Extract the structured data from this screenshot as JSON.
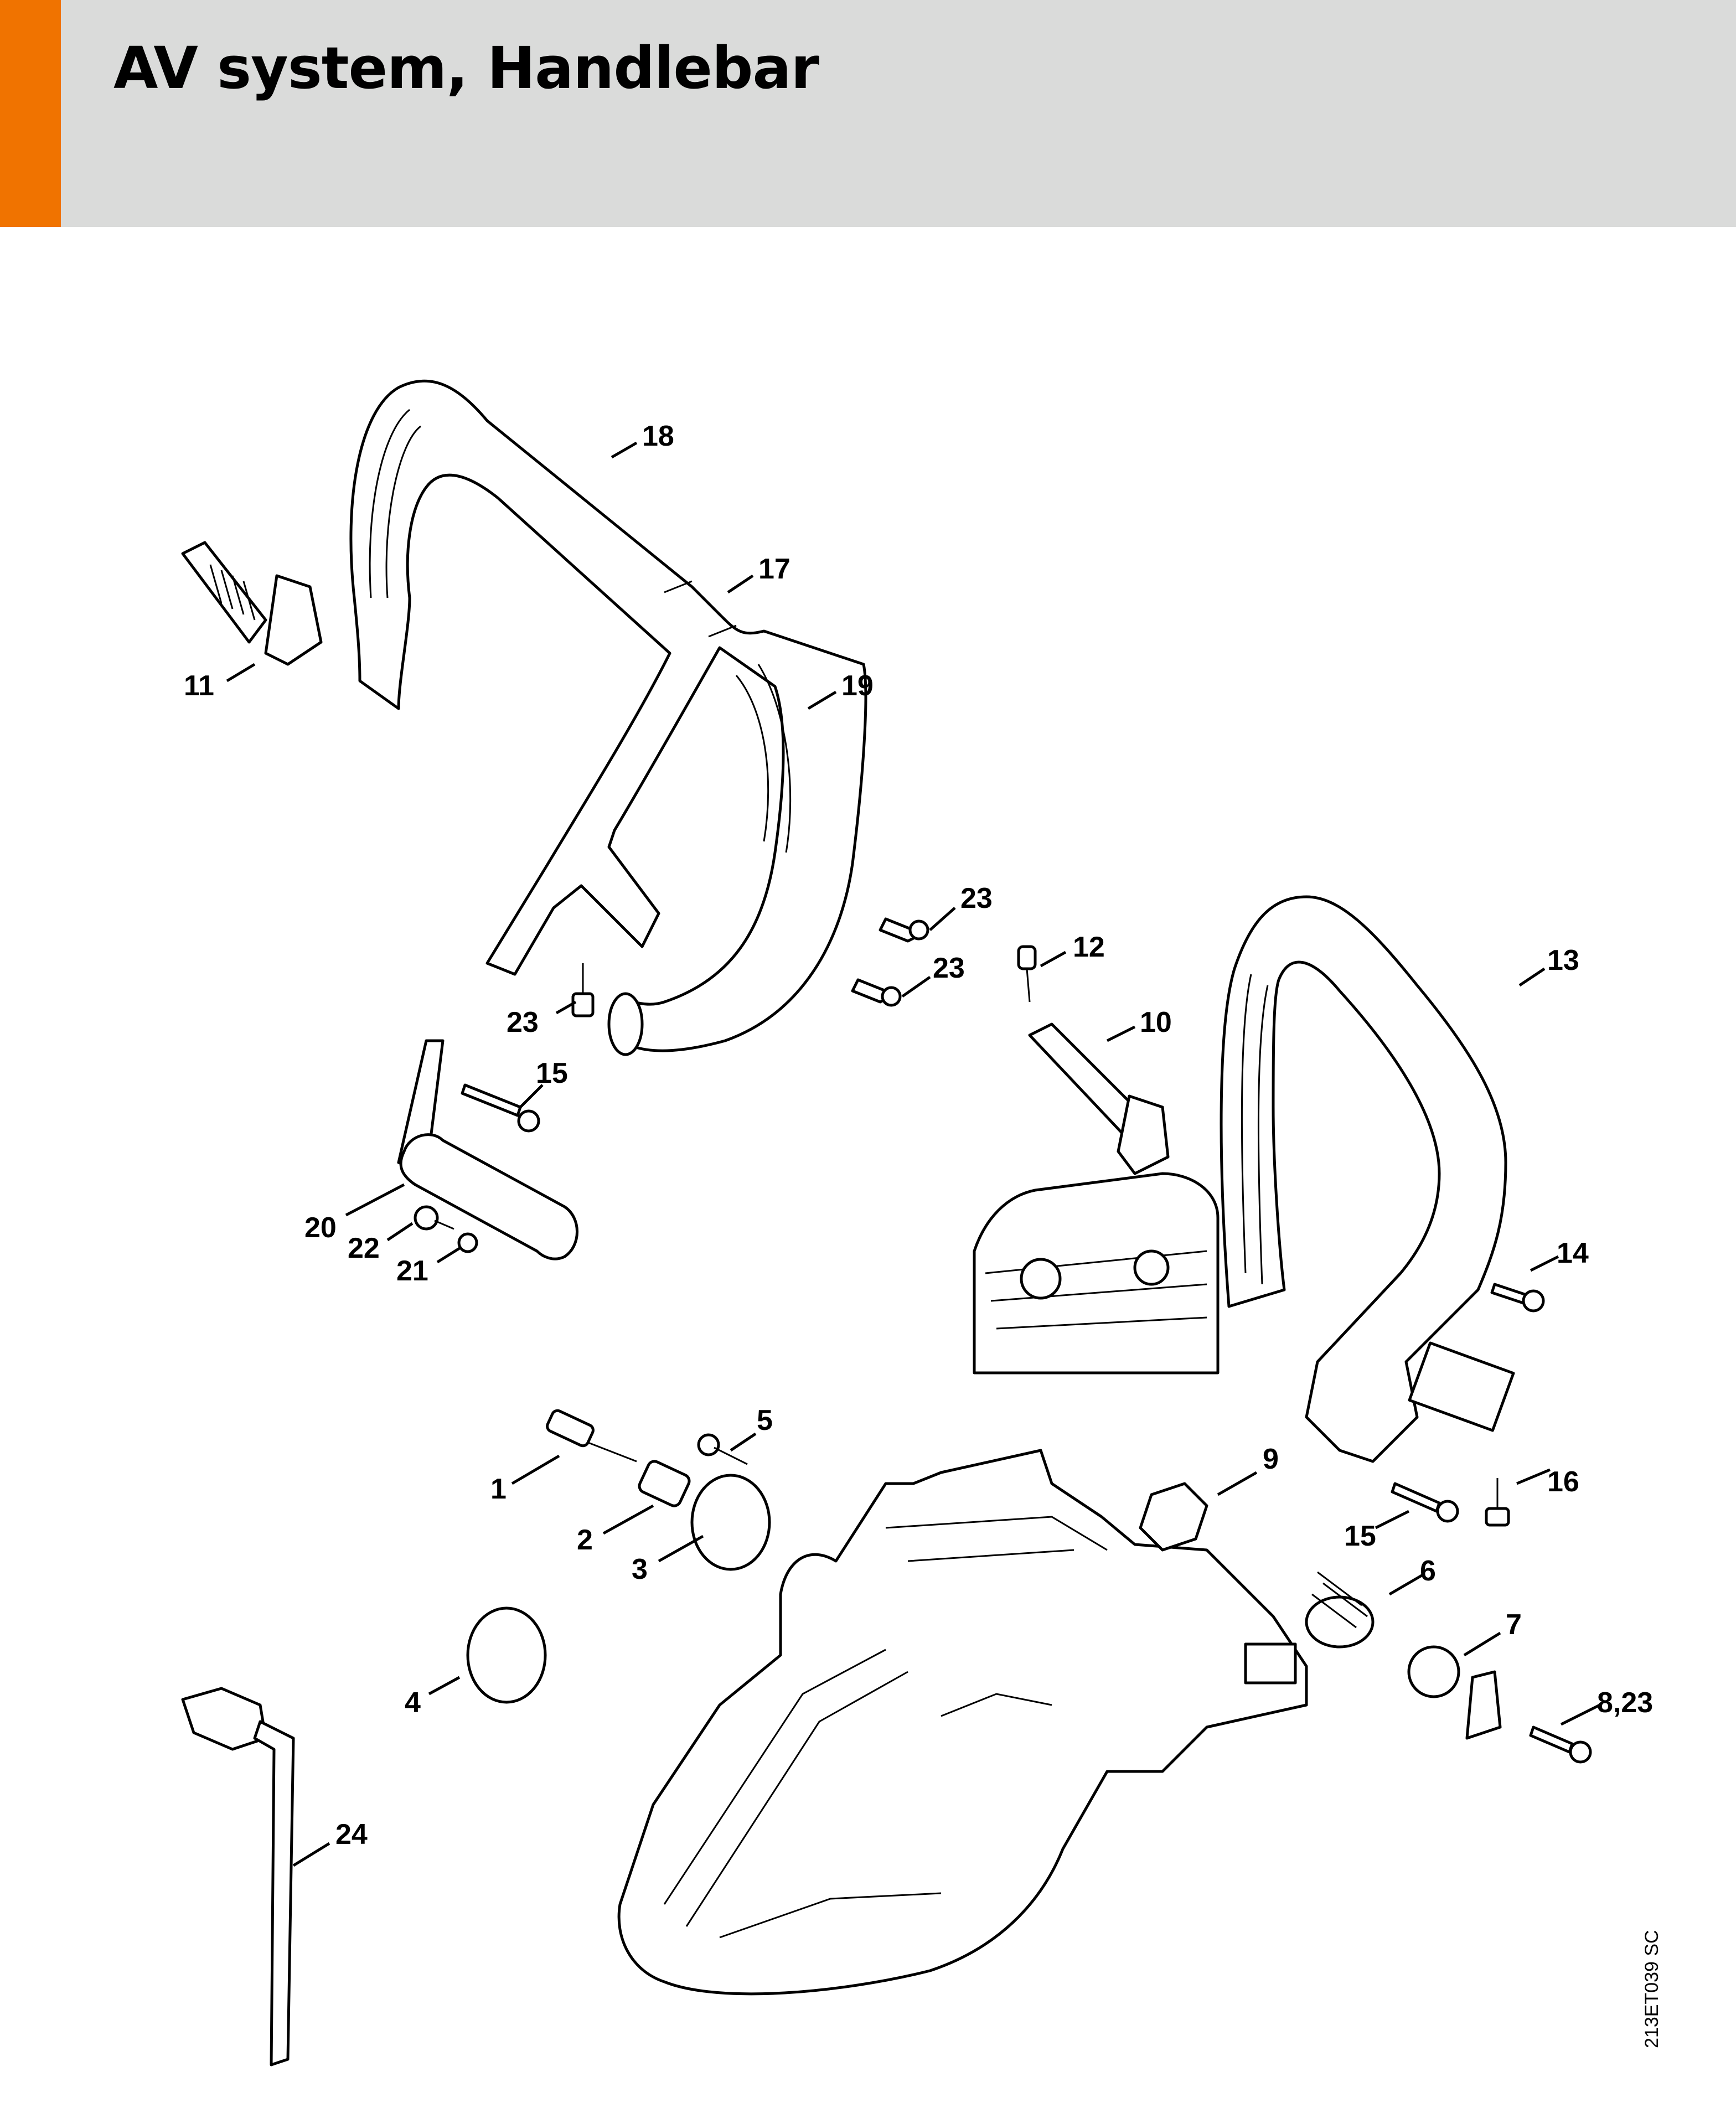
{
  "header": {
    "title": "AV system, Handlebar",
    "accent_color": "#f07300",
    "background_color": "#dadbda"
  },
  "diagram": {
    "document_code": "213ET039 SC",
    "callouts": [
      {
        "id": "c18",
        "label": "18"
      },
      {
        "id": "c17",
        "label": "17"
      },
      {
        "id": "c19",
        "label": "19"
      },
      {
        "id": "c11",
        "label": "11"
      },
      {
        "id": "c23a",
        "label": "23"
      },
      {
        "id": "c23b",
        "label": "23"
      },
      {
        "id": "c23c",
        "label": "23"
      },
      {
        "id": "c12",
        "label": "12"
      },
      {
        "id": "c13",
        "label": "13"
      },
      {
        "id": "c10",
        "label": "10"
      },
      {
        "id": "c15a",
        "label": "15"
      },
      {
        "id": "c20",
        "label": "20"
      },
      {
        "id": "c22",
        "label": "22"
      },
      {
        "id": "c21",
        "label": "21"
      },
      {
        "id": "c14",
        "label": "14"
      },
      {
        "id": "c1",
        "label": "1"
      },
      {
        "id": "c5",
        "label": "5"
      },
      {
        "id": "c2",
        "label": "2"
      },
      {
        "id": "c3",
        "label": "3"
      },
      {
        "id": "c9",
        "label": "9"
      },
      {
        "id": "c16",
        "label": "16"
      },
      {
        "id": "c15b",
        "label": "15"
      },
      {
        "id": "c6",
        "label": "6"
      },
      {
        "id": "c7",
        "label": "7"
      },
      {
        "id": "c8_23",
        "label": "8,23"
      },
      {
        "id": "c4",
        "label": "4"
      },
      {
        "id": "c24",
        "label": "24"
      }
    ]
  }
}
